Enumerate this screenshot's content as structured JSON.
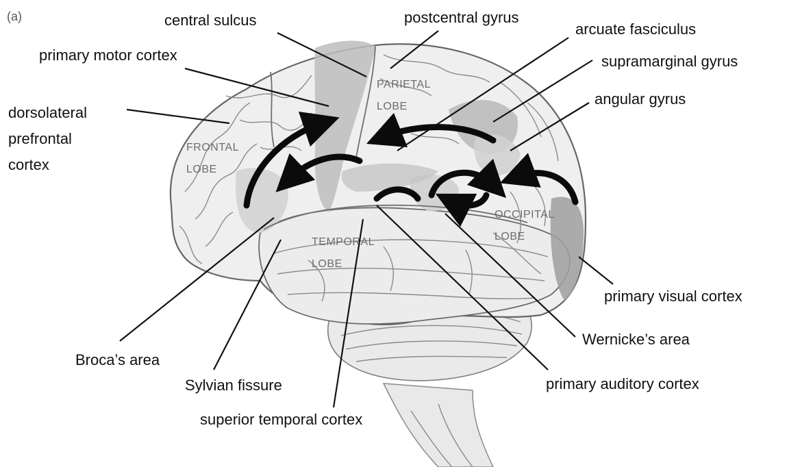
{
  "panel_label": "(a)",
  "lobes": {
    "frontal": [
      "FRONTAL",
      "LOBE"
    ],
    "parietal": [
      "PARIETAL",
      "LOBE"
    ],
    "temporal": [
      "TEMPORAL",
      "LOBE"
    ],
    "occipital": [
      "OCCIPITAL",
      "LOBE"
    ]
  },
  "labels": {
    "central_sulcus": "central sulcus",
    "postcentral_gyrus": "postcentral gyrus",
    "arcuate_fasciculus": "arcuate fasciculus",
    "primary_motor_cortex": "primary motor cortex",
    "supramarginal_gyrus": "supramarginal gyrus",
    "dorsolateral_prefrontal_cortex": [
      "dorsolateral",
      "prefrontal",
      "cortex"
    ],
    "angular_gyrus": "angular gyrus",
    "primary_visual_cortex": "primary visual cortex",
    "wernickes_area": "Wernicke’s area",
    "brocas_area": "Broca’s area",
    "sylvian_fissure": "Sylvian fissure",
    "primary_auditory_cortex": "primary auditory cortex",
    "superior_temporal_cortex": "superior temporal cortex"
  },
  "colors": {
    "brain_fill": "#efefef",
    "highlight_area": "#b9b9b9",
    "light_area": "#d8d8d8",
    "arrow": "#0b0b0b",
    "lobe_text": "#6d6d6d"
  }
}
